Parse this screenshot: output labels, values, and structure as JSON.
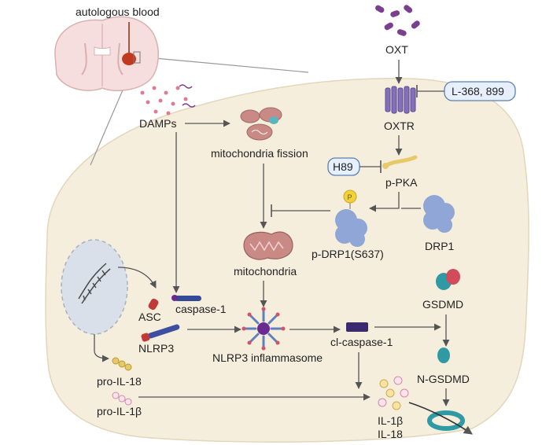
{
  "labels": {
    "autologous_blood": "autologous blood",
    "oxt": "OXT",
    "oxtr": "OXTR",
    "antagonist": "L-368, 899",
    "damps": "DAMPs",
    "mito_fission": "mitochondria fission",
    "h89": "H89",
    "ppka": "p-PKA",
    "pdrp1": "p-DRP1(S637)",
    "drp1": "DRP1",
    "mitochondria": "mitochondria",
    "asc": "ASC",
    "caspase1": "caspase-1",
    "nlrp3": "NLRP3",
    "inflammasome": "NLRP3 inflammasome",
    "cl_caspase1": "cl-caspase-1",
    "gsdmd": "GSDMD",
    "ngsdmd": "N-GSDMD",
    "pro_il18": "pro-IL-18",
    "pro_il1b": "pro-IL-1β",
    "il1b": "IL-1β",
    "il18": "IL-18",
    "phospho_mark": "P"
  },
  "colors": {
    "cell_fill": "#f6eedd",
    "cell_stroke": "#e2d6bb",
    "brain_fill": "#f7dede",
    "blood": "#c23a1e",
    "oxt_purple": "#7a3f8e",
    "receptor_purple": "#8470b8",
    "pill_fill": "#e6effb",
    "pill_stroke": "#5a7fb4",
    "drp1_blue": "#8fa6d6",
    "mito_pink": "#c98a86",
    "nucleus_fill": "#d9e0ea",
    "line": "#555555",
    "gsdmd_teal": "#2f9aa3",
    "gsdmd_red": "#d24b5a",
    "phospho_yellow": "#f1d23a"
  }
}
